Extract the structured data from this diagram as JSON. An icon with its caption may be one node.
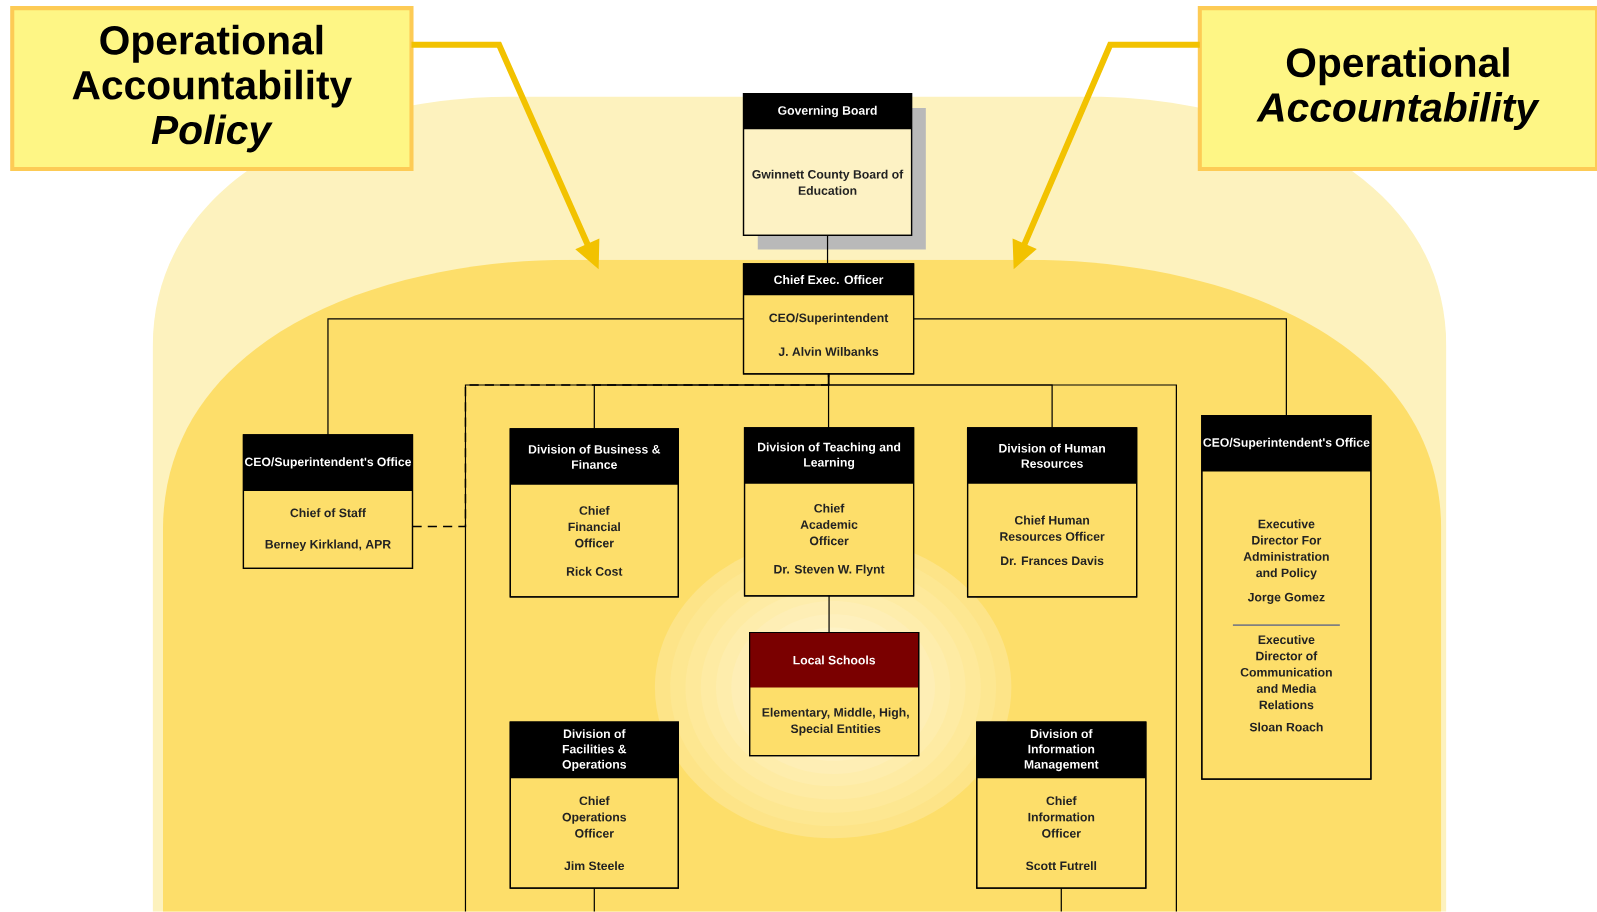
{
  "diagram": {
    "nodes": [
      {
        "text": [
          "Operational Accountability *Policy*"
        ]
      },
      {
        "text": [
          "Operational *Accountability*"
        ]
      },
      {
        "text": [
          "Governing Board",
          "Gwinnett County Board of Education"
        ]
      },
      {
        "text": [
          "Chief Exec. Officer",
          "CEO/Superintendent",
          "J. Alvin Wilbanks"
        ]
      },
      {
        "text": [
          "CEO/Superintendent's Office",
          "Chief of Staff",
          "Berney Kirkland, APR"
        ]
      },
      {
        "text": [
          "Division of Business & Finance",
          "Chief Financial Officer",
          "Rick Cost"
        ]
      },
      {
        "text": [
          "Division of Teaching and Learning",
          "Chief Academic Officer",
          "Dr. Steven W. Flynt"
        ]
      },
      {
        "text": [
          "Division of Human Resources",
          "Chief Human Resources Officer",
          "Dr. Frances Davis"
        ]
      },
      {
        "text": [
          "CEO/Superintendent's Office",
          "Executive Director For Administration and Policy",
          "Jorge Gomez",
          "Executive Director of Communication and Media Relations",
          "Sloan Roach"
        ]
      },
      {
        "text": [
          "Local Schools",
          "Elementary, Middle, High, Special Entities"
        ]
      },
      {
        "text": [
          "Division of Facilities & Operations",
          "Chief Operations Officer",
          "Jim Steele"
        ]
      },
      {
        "text": [
          "Division of Information Management",
          "Chief Information Officer",
          "Scott Futrell"
        ]
      }
    ],
    "edges": [
      {
        "from": 0,
        "to": null,
        "arrow": "to",
        "style": "thick",
        "color": "#f2c200"
      },
      {
        "from": 1,
        "to": null,
        "arrow": "to",
        "style": "thick",
        "color": "#f2c200"
      },
      {
        "from": 2,
        "to": 3,
        "arrow": "none"
      },
      {
        "from": 3,
        "to": 4,
        "arrow": "none"
      },
      {
        "from": 3,
        "to": 8,
        "arrow": "none"
      },
      {
        "from": 3,
        "to": 5,
        "arrow": "none"
      },
      {
        "from": 3,
        "to": 6,
        "arrow": "none"
      },
      {
        "from": 3,
        "to": 7,
        "arrow": "none"
      },
      {
        "from": 3,
        "to": 10,
        "arrow": "none"
      },
      {
        "from": 3,
        "to": 11,
        "arrow": "none"
      },
      {
        "from": 6,
        "to": 9,
        "arrow": "none"
      },
      {
        "from": 4,
        "to": 3,
        "arrow": "none",
        "style": "dashed"
      }
    ]
  }
}
